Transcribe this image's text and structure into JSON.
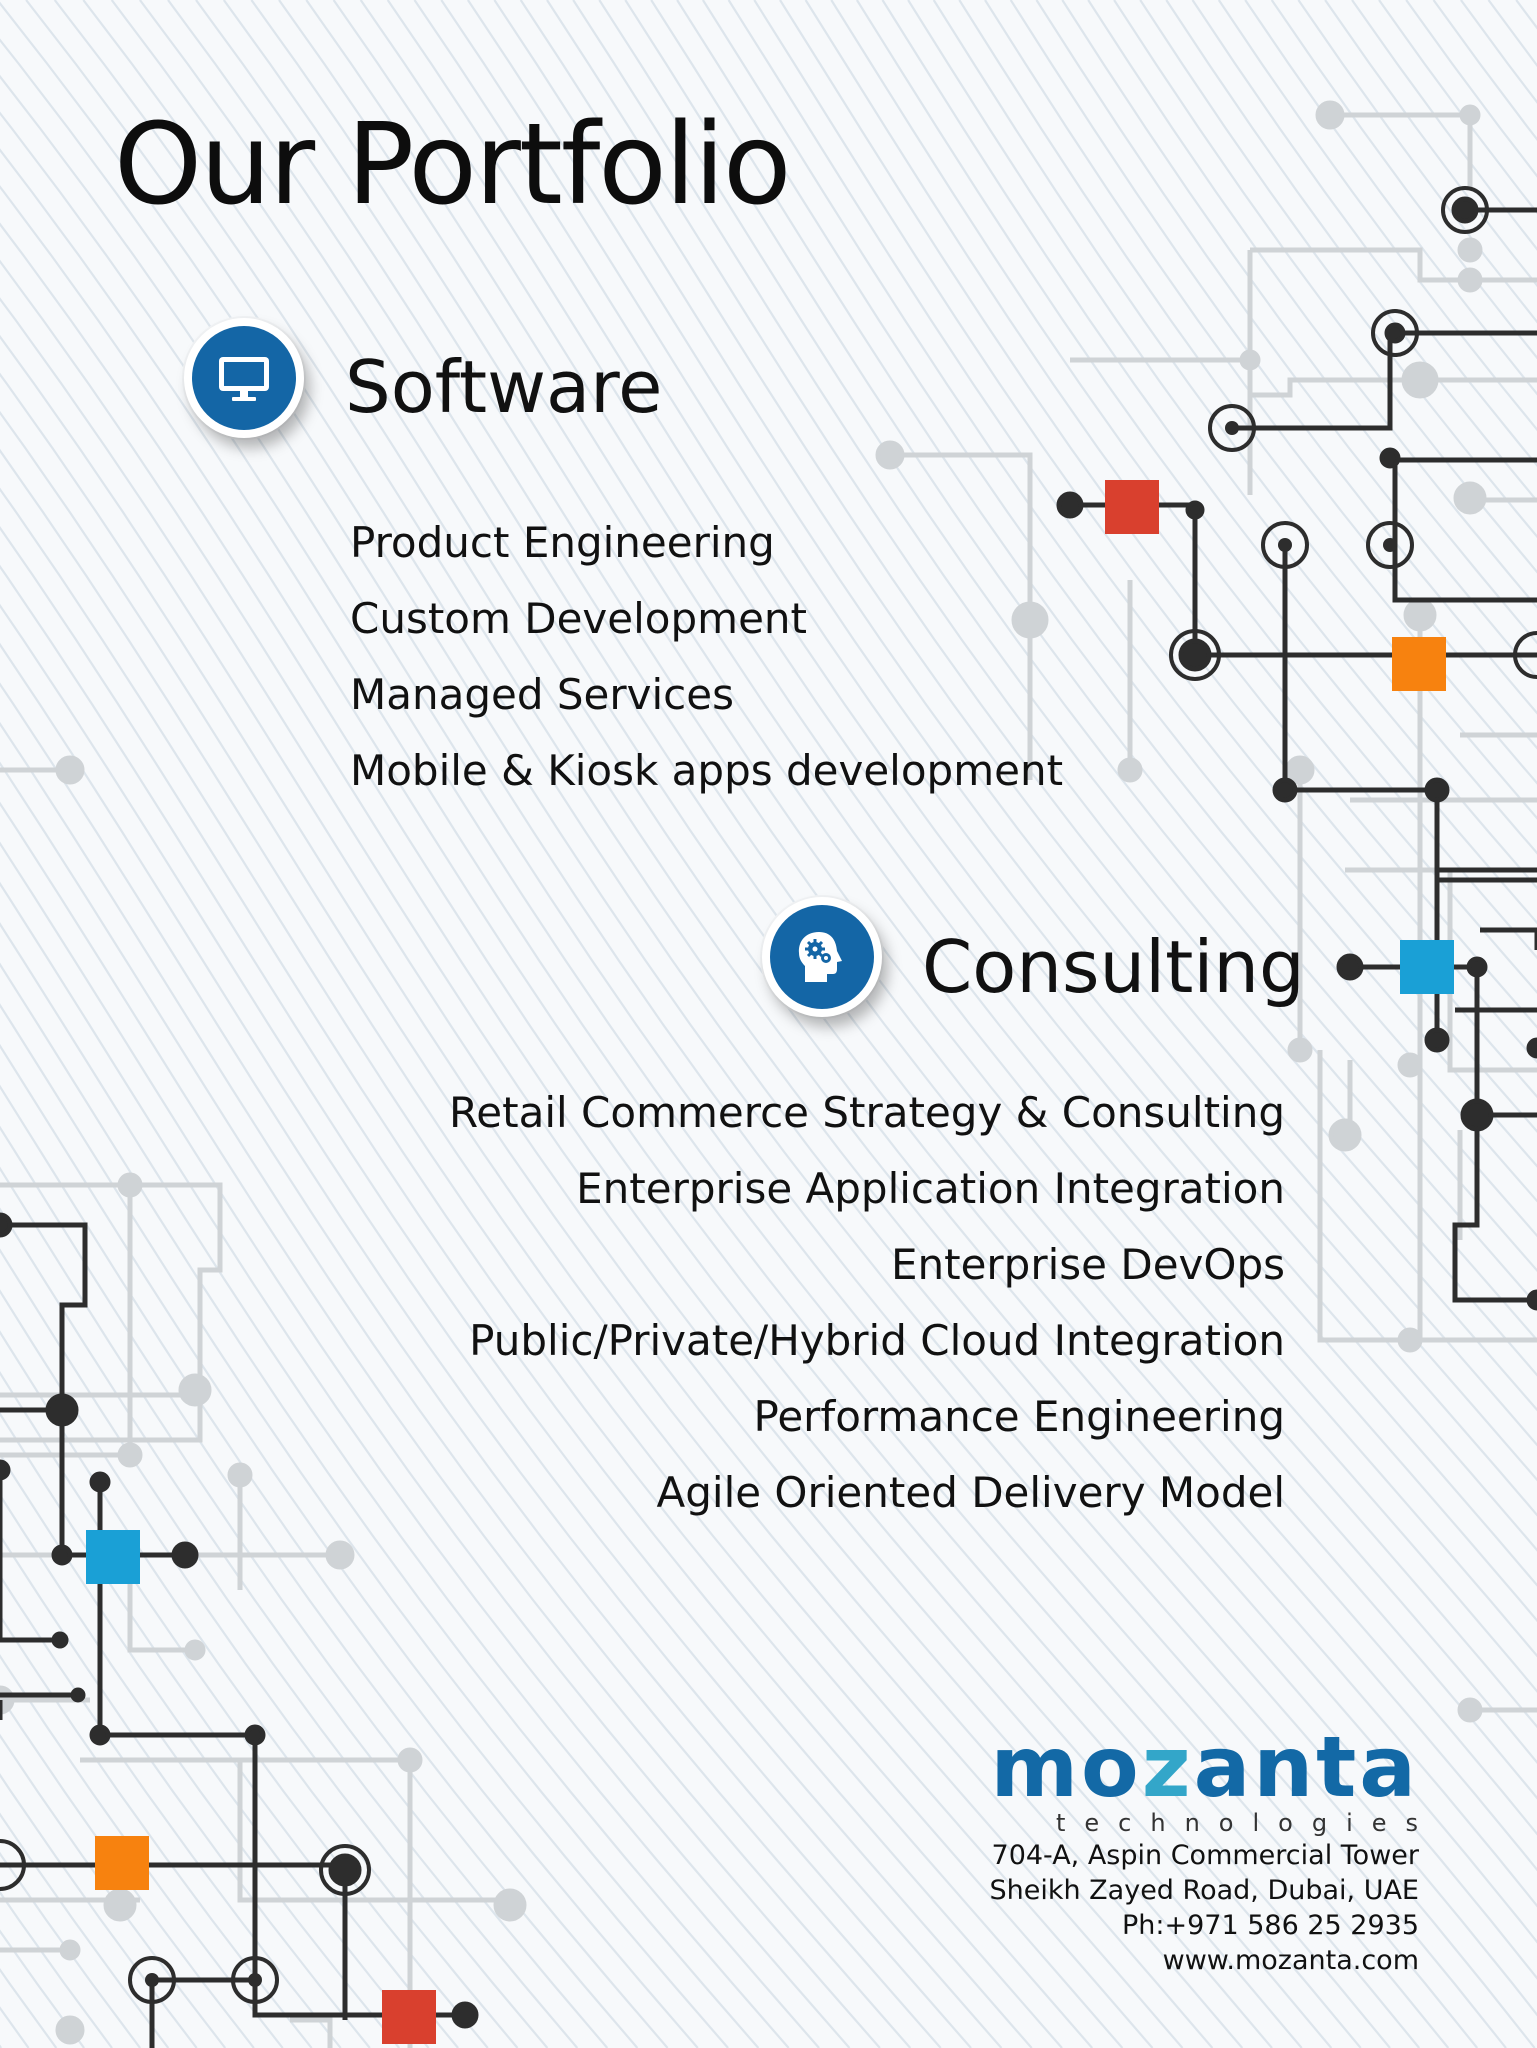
{
  "title": "Our Portfolio",
  "colors": {
    "brand_blue": "#1466a6",
    "accent_red": "#d9402e",
    "accent_orange": "#f7820f",
    "accent_cyan": "#1aa0d6",
    "circuit_dark": "#2d2d2d",
    "circuit_light": "#cfd3d6"
  },
  "software": {
    "icon": "monitor-icon",
    "title": "Software",
    "items": [
      "Product Engineering",
      "Custom Development",
      "Managed Services",
      "Mobile & Kiosk apps development"
    ]
  },
  "consulting": {
    "icon": "head-gears-icon",
    "title": "Consulting",
    "items": [
      "Retail Commerce Strategy & Consulting",
      "Enterprise Application Integration",
      "Enterprise DevOps",
      "Public/Private/Hybrid Cloud Integration",
      "Performance Engineering",
      "Agile Oriented Delivery Model"
    ]
  },
  "brand": {
    "name_part1": "mo",
    "name_part2": "z",
    "name_part3": "anta",
    "tagline": "technologies"
  },
  "contact": {
    "address_line1": "704-A, Aspin Commercial Tower",
    "address_line2": "Sheikh Zayed Road, Dubai, UAE",
    "phone": "Ph:+971 586 25 2935",
    "website": "www.mozanta.com"
  }
}
